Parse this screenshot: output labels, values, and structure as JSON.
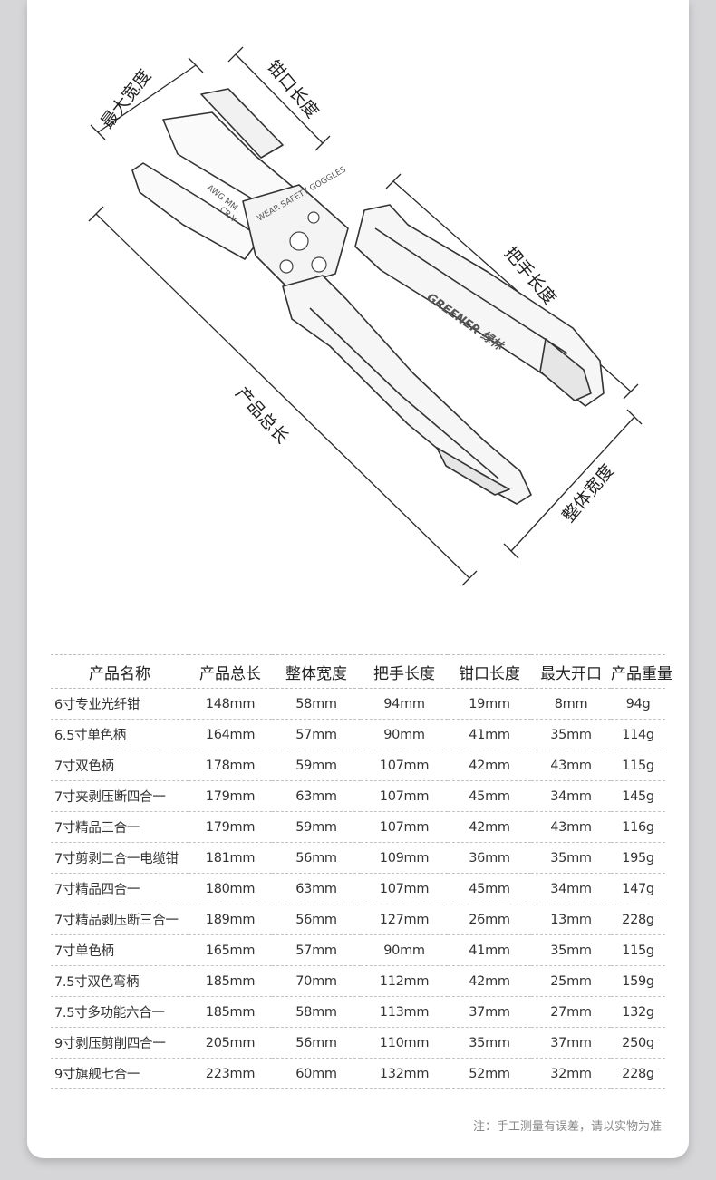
{
  "diagram": {
    "labels": {
      "max_opening": "最大宽度",
      "jaw_length": "钳口长度",
      "handle_length": "把手长度",
      "total_length": "产品总长",
      "overall_width": "整体宽度"
    },
    "tool_text": {
      "brand": "GREENER 绿林",
      "material": "CR-V",
      "size_marks": "AWG MM",
      "goggles": "WEAR SAFETY GOGGLES"
    }
  },
  "table": {
    "headers": [
      "产品名称",
      "产品总长",
      "整体宽度",
      "把手长度",
      "钳口长度",
      "最大开口",
      "产品重量"
    ],
    "rows": [
      [
        "6寸专业光纤钳",
        "148mm",
        "58mm",
        "94mm",
        "19mm",
        "8mm",
        "94g"
      ],
      [
        "6.5寸单色柄",
        "164mm",
        "57mm",
        "90mm",
        "41mm",
        "35mm",
        "114g"
      ],
      [
        "7寸双色柄",
        "178mm",
        "59mm",
        "107mm",
        "42mm",
        "43mm",
        "115g"
      ],
      [
        "7寸夹剥压断四合一",
        "179mm",
        "63mm",
        "107mm",
        "45mm",
        "34mm",
        "145g"
      ],
      [
        "7寸精品三合一",
        "179mm",
        "59mm",
        "107mm",
        "42mm",
        "43mm",
        "116g"
      ],
      [
        "7寸剪剥二合一电缆钳",
        "181mm",
        "56mm",
        "109mm",
        "36mm",
        "35mm",
        "195g"
      ],
      [
        "7寸精品四合一",
        "180mm",
        "63mm",
        "107mm",
        "45mm",
        "34mm",
        "147g"
      ],
      [
        "7寸精品剥压断三合一",
        "189mm",
        "56mm",
        "127mm",
        "26mm",
        "13mm",
        "228g"
      ],
      [
        "7寸单色柄",
        "165mm",
        "57mm",
        "90mm",
        "41mm",
        "35mm",
        "115g"
      ],
      [
        "7.5寸双色弯柄",
        "185mm",
        "70mm",
        "112mm",
        "42mm",
        "25mm",
        "159g"
      ],
      [
        "7.5寸多功能六合一",
        "185mm",
        "58mm",
        "113mm",
        "37mm",
        "27mm",
        "132g"
      ],
      [
        "9寸剥压剪削四合一",
        "205mm",
        "56mm",
        "110mm",
        "35mm",
        "37mm",
        "250g"
      ],
      [
        "9寸旗舰七合一",
        "223mm",
        "60mm",
        "132mm",
        "52mm",
        "32mm",
        "228g"
      ]
    ]
  },
  "note": "注：手工测量有误差，请以实物为准"
}
